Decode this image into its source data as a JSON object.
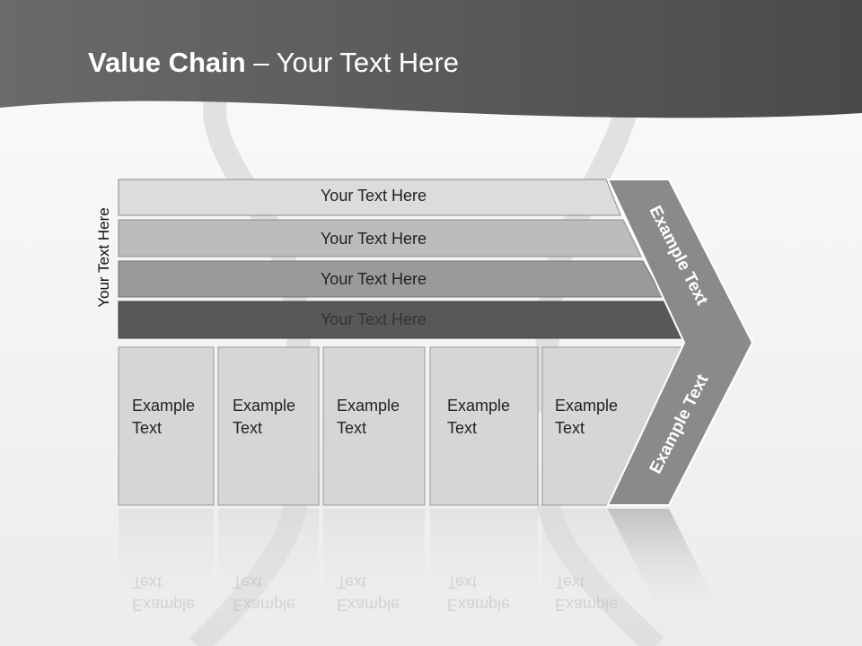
{
  "slide": {
    "title_bold": "Value Chain",
    "title_rest": " – Your Text Here",
    "vertical_label": "Your Text Here"
  },
  "bars": [
    {
      "label": "Your Text Here",
      "fill": "#dcdcdc"
    },
    {
      "label": "Your Text Here",
      "fill": "#bcbcbc"
    },
    {
      "label": "Your Text Here",
      "fill": "#9a9a9a"
    },
    {
      "label": "Your Text Here",
      "fill": "#585858"
    }
  ],
  "columns": [
    {
      "line1": "Example",
      "line2": "Text"
    },
    {
      "line1": "Example",
      "line2": "Text"
    },
    {
      "line1": "Example",
      "line2": "Text"
    },
    {
      "line1": "Example",
      "line2": "Text"
    },
    {
      "line1": "Example",
      "line2": "Text"
    }
  ],
  "arrow": {
    "upper_label": "Example Text",
    "lower_label": "Example Text"
  },
  "colors": {
    "header": "#555555",
    "column_fill": "#d6d6d6",
    "arrow_fill": "#8a8a8a"
  }
}
